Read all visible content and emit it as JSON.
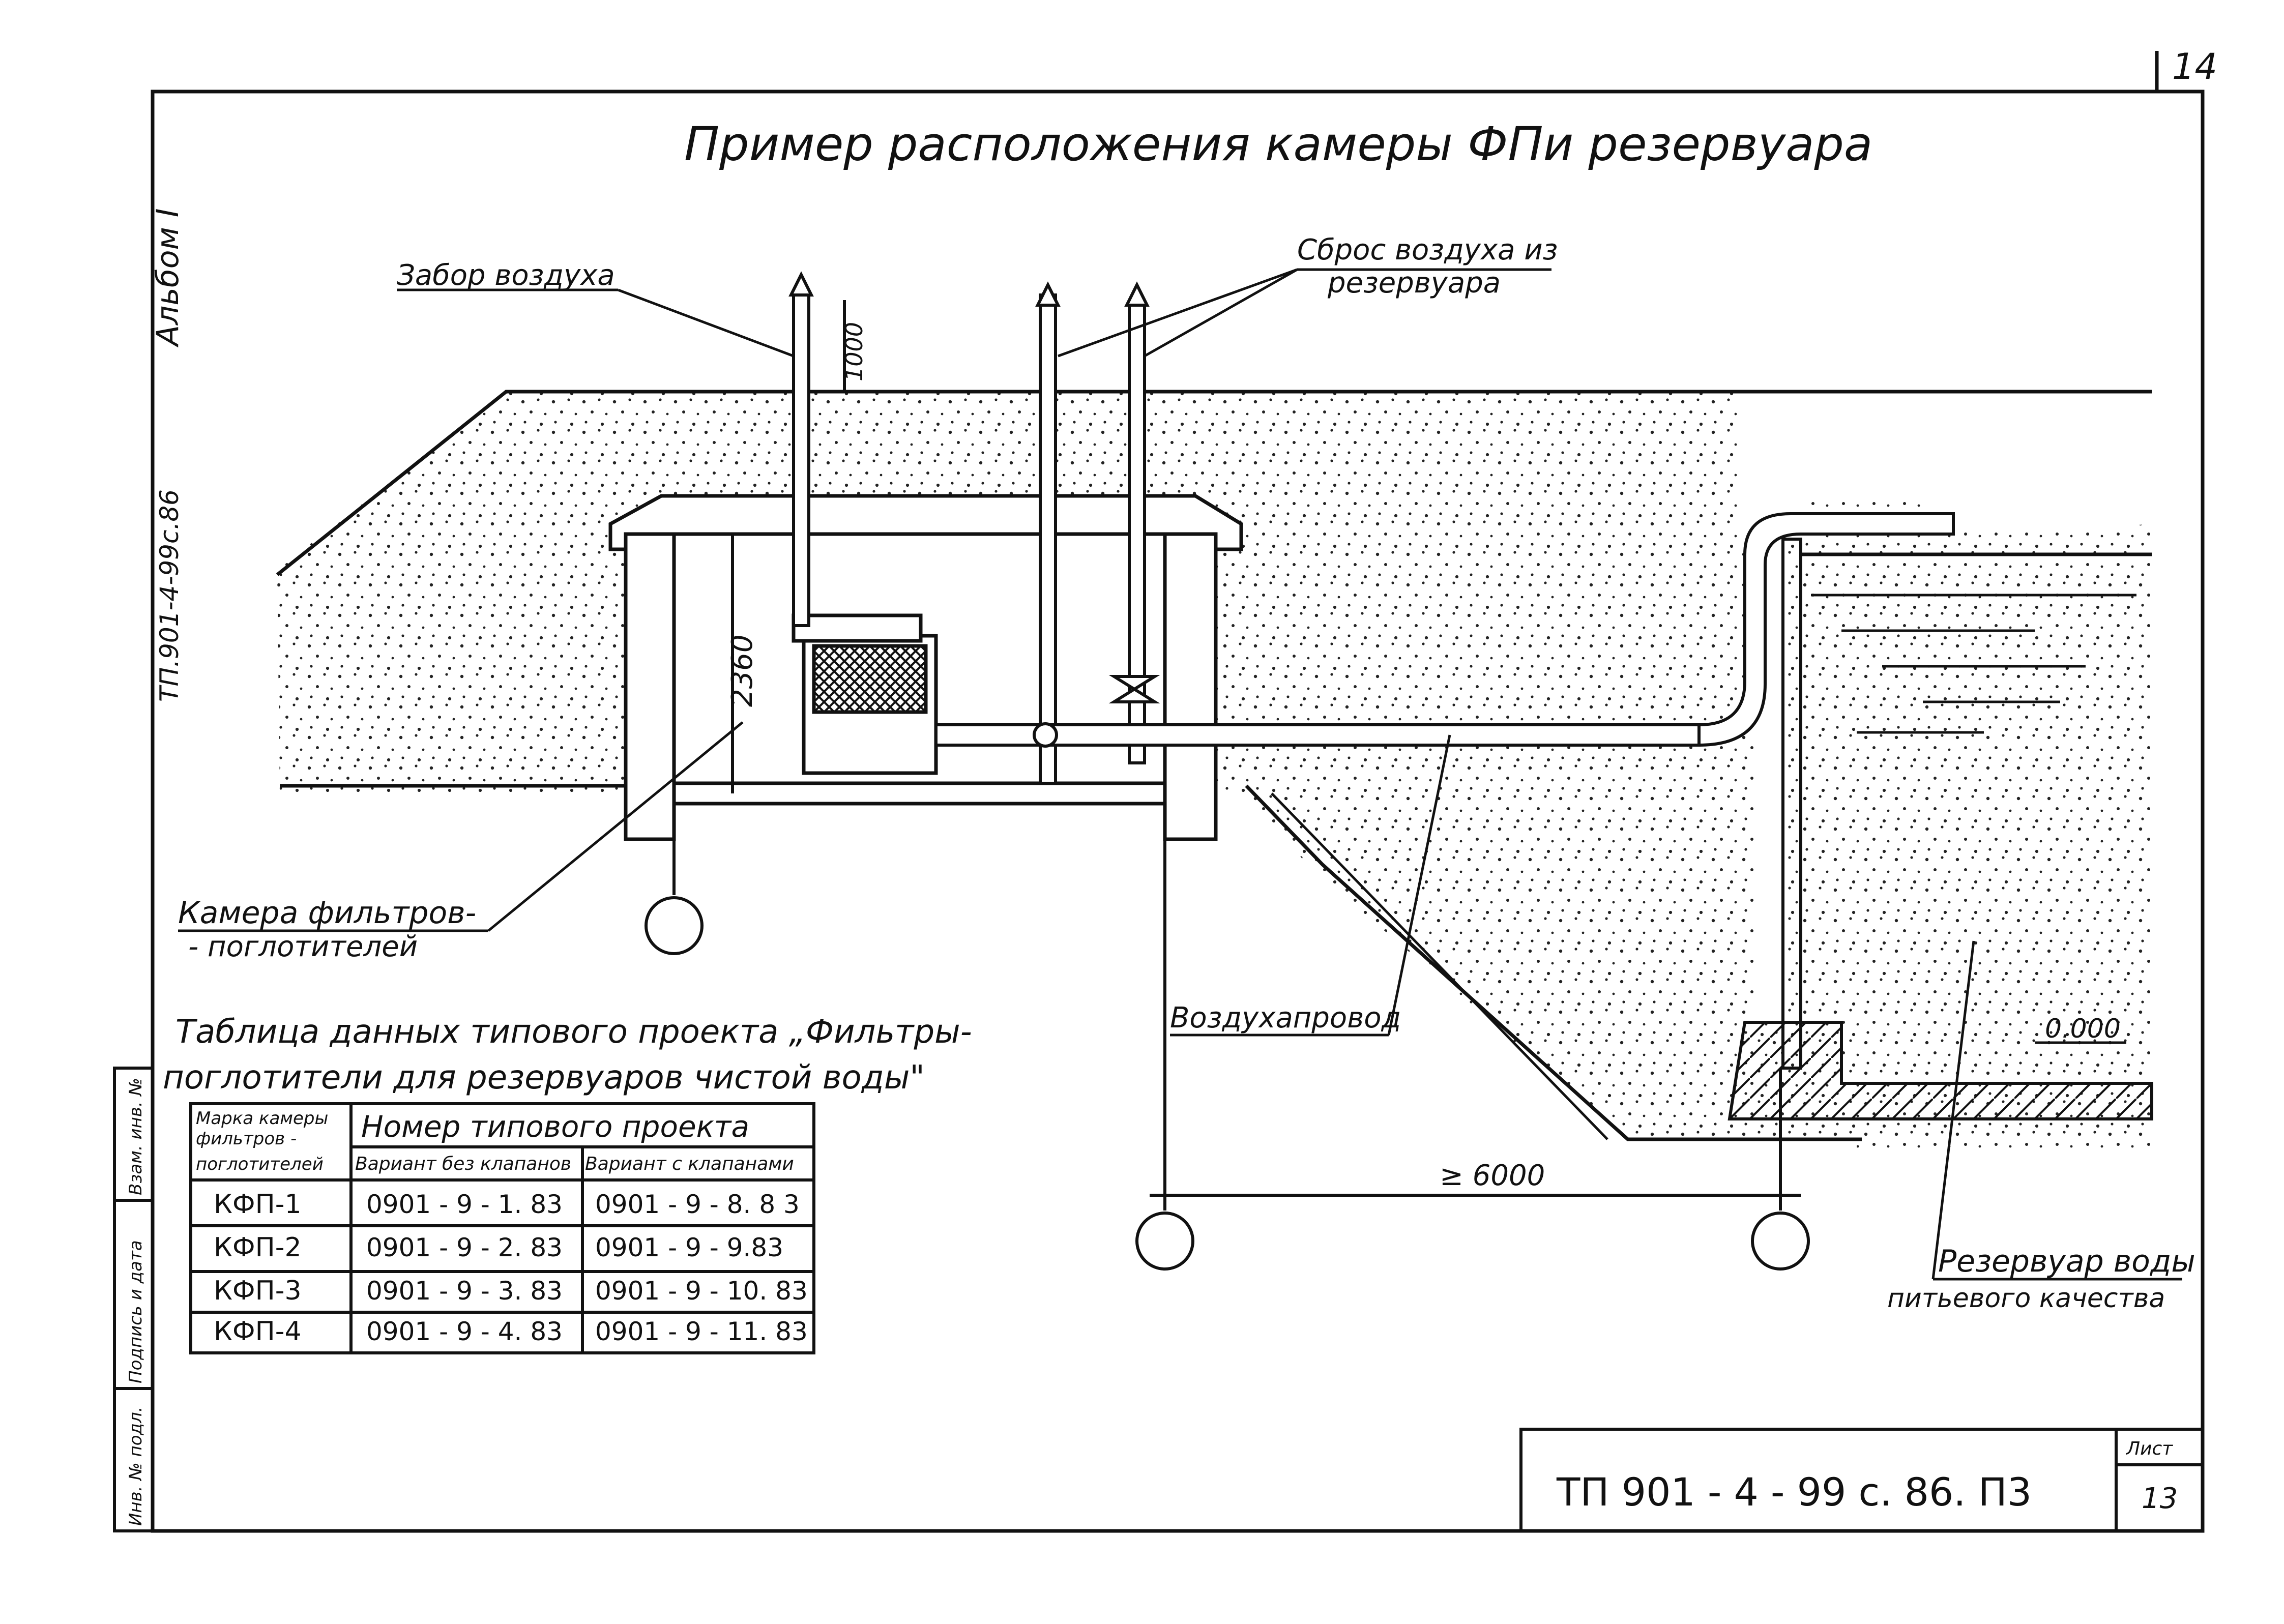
{
  "sheet": {
    "corner_number": "14",
    "title": "Пример расположения камеры ФПи резервуара",
    "album": "Альбом I",
    "doc_code_side": "ТП.901-4-99с.86",
    "stamp_code": "ТП 901 - 4 - 99 с. 86. П3",
    "sheet_label": "Лист",
    "sheet_number": "13",
    "side_stamp": [
      "Инв. № подл.",
      "Подпись и дата",
      "Взам. инв. №"
    ]
  },
  "labels": {
    "intake": "Забор воздуха",
    "exhaust_line1": "Сброс воздуха из",
    "exhaust_line2": "резервуара",
    "height_1000": "1000",
    "height_2360": "2360",
    "chamber_line1": "Камера фильтров-",
    "chamber_line2": "- поглотителей",
    "duct": "Воздухапровод",
    "level": "0.000",
    "distance": "≥ 6000",
    "reservoir_line1": "Резервуар воды",
    "reservoir_line2": "питьевого качества"
  },
  "table": {
    "caption_line1": "Таблица данных типового проекта „Фильтры-",
    "caption_line2": "поглотители для резервуаров чистой воды\"",
    "col1_header": [
      "Марка камеры",
      "фильтров -",
      "поглотителей"
    ],
    "group_header": "Номер типового проекта",
    "col2_header": "Вариант без клапанов",
    "col3_header": "Вариант с клапанами",
    "rows": [
      [
        "КФП-1",
        "0901 - 9 - 1. 83",
        "0901 - 9 - 8. 8 3"
      ],
      [
        "КФП-2",
        "0901 - 9 - 2. 83",
        "0901 - 9 - 9.83"
      ],
      [
        "КФП-3",
        "0901 - 9 - 3. 83",
        "0901 - 9 - 10. 83"
      ],
      [
        "КФП-4",
        "0901 - 9 - 4. 83",
        "0901 - 9 - 11. 83"
      ]
    ]
  },
  "colors": {
    "ink": "#111111",
    "paper": "#ffffff"
  }
}
